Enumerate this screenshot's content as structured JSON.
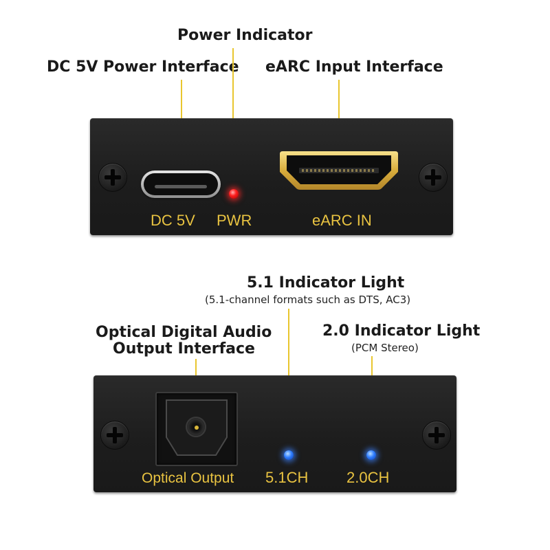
{
  "top_panel": {
    "callouts": {
      "power_indicator": "Power Indicator",
      "dc_power_interface": "DC 5V Power Interface",
      "earc_input_interface": "eARC Input Interface"
    },
    "port_labels": {
      "dc": "DC 5V",
      "pwr": "PWR",
      "earc": "eARC IN"
    }
  },
  "bottom_panel": {
    "callouts": {
      "indicator_51_title": "5.1 Indicator Light",
      "indicator_51_note": "(5.1-channel formats such as DTS, AC3)",
      "optical_line1": "Optical Digital Audio",
      "optical_line2": "Output Interface",
      "indicator_20_title": "2.0 Indicator Light",
      "indicator_20_note": "(PCM Stereo)"
    },
    "port_labels": {
      "optical": "Optical Output",
      "ch51": "5.1CH",
      "ch20": "2.0CH"
    }
  },
  "colors": {
    "leader_line": "#e8c62e",
    "port_label": "#e9c341",
    "pwr_led": "#ff2020",
    "channel_led": "#2f7dff",
    "panel": "#1d1d1d"
  },
  "icons": [
    "screw-icon",
    "usb-c-port-icon",
    "hdmi-port-icon",
    "toslink-port-icon",
    "led-icon"
  ]
}
